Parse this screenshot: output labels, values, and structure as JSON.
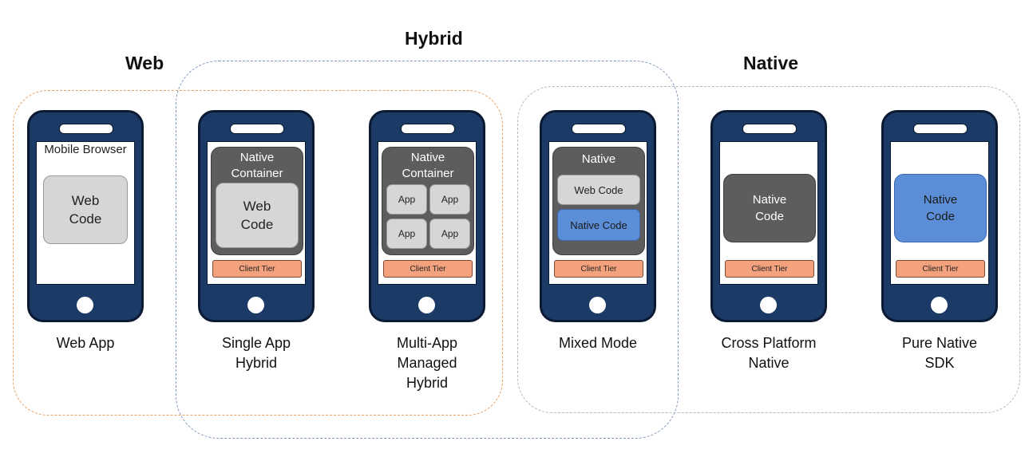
{
  "groups": {
    "web": "Web",
    "hybrid": "Hybrid",
    "native": "Native"
  },
  "phones": {
    "web_app": {
      "label": "Web App",
      "browser": "Mobile Browser",
      "web_code": "Web Code"
    },
    "single_app_hybrid": {
      "label": "Single App Hybrid",
      "container": "Native Container",
      "web_code": "Web Code",
      "client_tier": "Client Tier"
    },
    "multi_app_managed_hybrid": {
      "label": "Multi-App Managed Hybrid",
      "container": "Native Container",
      "apps": [
        "App",
        "App",
        "App",
        "App"
      ],
      "client_tier": "Client Tier"
    },
    "mixed_mode": {
      "label": "Mixed Mode",
      "container": "Native",
      "web_code": "Web Code",
      "native_code": "Native Code",
      "client_tier": "Client Tier"
    },
    "cross_platform_native": {
      "label": "Cross Platform Native",
      "native_code": "Native Code",
      "client_tier": "Client Tier"
    },
    "pure_native_sdk": {
      "label": "Pure Native SDK",
      "native_code": "Native Code",
      "client_tier": "Client Tier"
    }
  },
  "colors": {
    "web_group_border": "#e8a265",
    "hybrid_group_border": "#7f97bd",
    "native_group_border": "#b3b9c4",
    "phone_body": "#1b3a66",
    "native_block": "#5d5d5d",
    "web_code_block": "#d6d6d6",
    "native_code_blue": "#5b8ed6",
    "client_tier": "#f3a27d"
  }
}
